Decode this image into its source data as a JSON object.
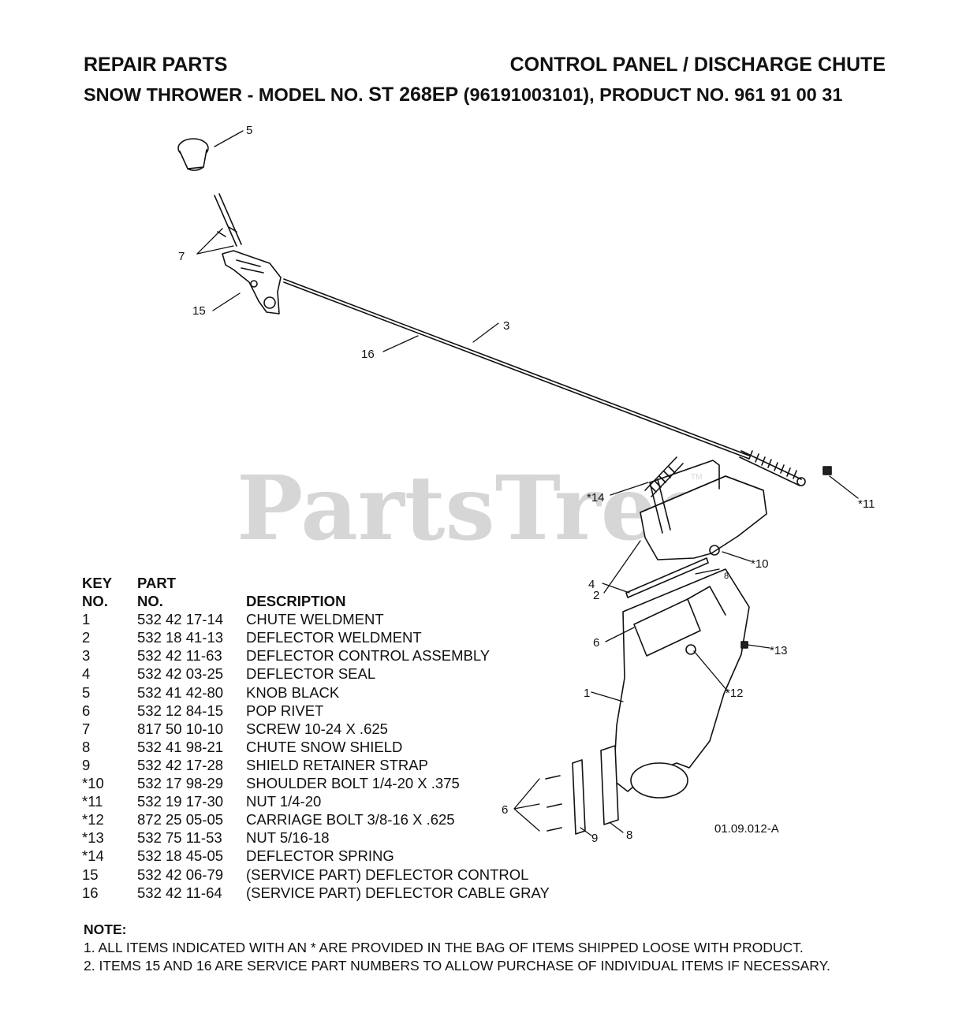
{
  "header": {
    "left_title": "REPAIR PARTS",
    "right_title": "CONTROL PANEL / DISCHARGE CHUTE",
    "subtitle_prefix": "SNOW THROWER - MODEL NO. ",
    "model": "ST 268EP",
    "subtitle_suffix": " (96191003101), PRODUCT NO. 961 91 00 31"
  },
  "watermark": {
    "text": "PartsTree",
    "tm": "TM"
  },
  "diagram": {
    "callouts": [
      "5",
      "7",
      "15",
      "16",
      "3",
      "*14",
      "*11",
      "2",
      "*10",
      "4",
      "8",
      "6",
      "*13",
      "1",
      "*12",
      "6",
      "9",
      "8"
    ],
    "figure_code": "01.09.012-A"
  },
  "parts_table": {
    "headers": {
      "key_line1": "KEY",
      "key_line2": "NO.",
      "part_line1": "PART",
      "part_line2": "NO.",
      "description": "DESCRIPTION"
    },
    "rows": [
      {
        "key": "1",
        "part": "532 42 17-14",
        "desc": "CHUTE WELDMENT"
      },
      {
        "key": "2",
        "part": "532 18 41-13",
        "desc": "DEFLECTOR WELDMENT"
      },
      {
        "key": "3",
        "part": "532 42 11-63",
        "desc": "DEFLECTOR CONTROL ASSEMBLY"
      },
      {
        "key": "4",
        "part": "532 42 03-25",
        "desc": "DEFLECTOR SEAL"
      },
      {
        "key": "5",
        "part": "532 41 42-80",
        "desc": "KNOB BLACK"
      },
      {
        "key": "6",
        "part": "532 12 84-15",
        "desc": "POP RIVET"
      },
      {
        "key": "7",
        "part": "817 50 10-10",
        "desc": "SCREW 10-24 X .625"
      },
      {
        "key": "8",
        "part": "532 41 98-21",
        "desc": "CHUTE SNOW SHIELD"
      },
      {
        "key": "9",
        "part": "532 42 17-28",
        "desc": "SHIELD RETAINER STRAP"
      },
      {
        "key": "*10",
        "part": "532 17 98-29",
        "desc": "SHOULDER BOLT 1/4-20 X .375"
      },
      {
        "key": "*11",
        "part": "532 19 17-30",
        "desc": "NUT 1/4-20"
      },
      {
        "key": "*12",
        "part": "872 25 05-05",
        "desc": "CARRIAGE BOLT 3/8-16 X .625"
      },
      {
        "key": "*13",
        "part": "532 75 11-53",
        "desc": "NUT 5/16-18"
      },
      {
        "key": "*14",
        "part": "532 18 45-05",
        "desc": "DEFLECTOR SPRING"
      },
      {
        "key": "15",
        "part": "532 42 06-79",
        "desc": "(SERVICE PART) DEFLECTOR CONTROL"
      },
      {
        "key": "16",
        "part": "532 42 11-64",
        "desc": "(SERVICE PART) DEFLECTOR CABLE GRAY"
      }
    ]
  },
  "notes": {
    "title": "NOTE:",
    "items": [
      "1. ALL ITEMS INDICATED WITH AN * ARE PROVIDED IN THE BAG OF ITEMS SHIPPED LOOSE WITH PRODUCT.",
      "2. ITEMS 15 AND 16 ARE SERVICE PART NUMBERS TO ALLOW PURCHASE OF INDIVIDUAL ITEMS IF NECESSARY."
    ]
  }
}
